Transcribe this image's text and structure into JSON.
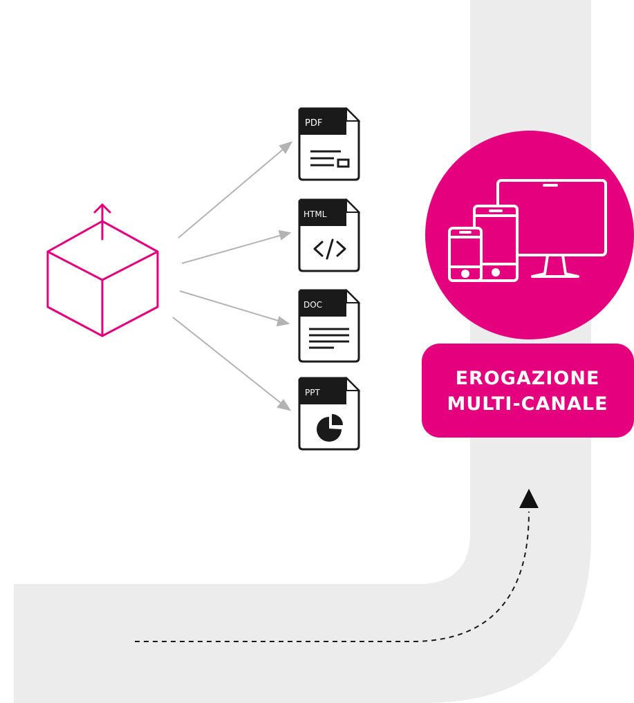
{
  "colors": {
    "accent": "#e5007e",
    "track": "#ececec",
    "ink": "#1a1a1a",
    "arrow": "#b3b3b3"
  },
  "source": {
    "icon": "package-export-icon"
  },
  "formats": [
    {
      "label": "PDF",
      "icon": "pdf-file-icon"
    },
    {
      "label": "HTML",
      "icon": "html-file-icon"
    },
    {
      "label": "DOC",
      "icon": "doc-file-icon"
    },
    {
      "label": "PPT",
      "icon": "ppt-file-icon"
    }
  ],
  "channels": {
    "icon": "multi-device-icon"
  },
  "badge": {
    "line1": "EROGAZIONE",
    "line2": "MULTI-CANALE"
  }
}
